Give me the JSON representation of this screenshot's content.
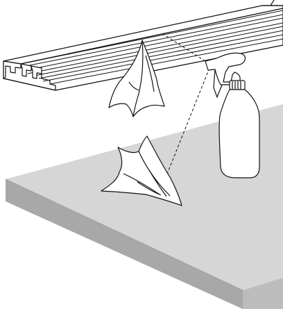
{
  "illustration": {
    "subject": "cleaning-rail-with-cloth-and-spray",
    "parts": [
      "aluminium-rail",
      "hanging-cloth",
      "cloth-on-table",
      "spray-bottle",
      "spray-path-lines",
      "tabletop"
    ],
    "colors": {
      "outline": "#111111",
      "tabletop_top": "#d6d6d6",
      "tabletop_edge": "#a8a8a8",
      "cloth_fill": "#ffffff",
      "bottle_fill": "#ffffff",
      "rail_fill": "#ffffff"
    }
  }
}
